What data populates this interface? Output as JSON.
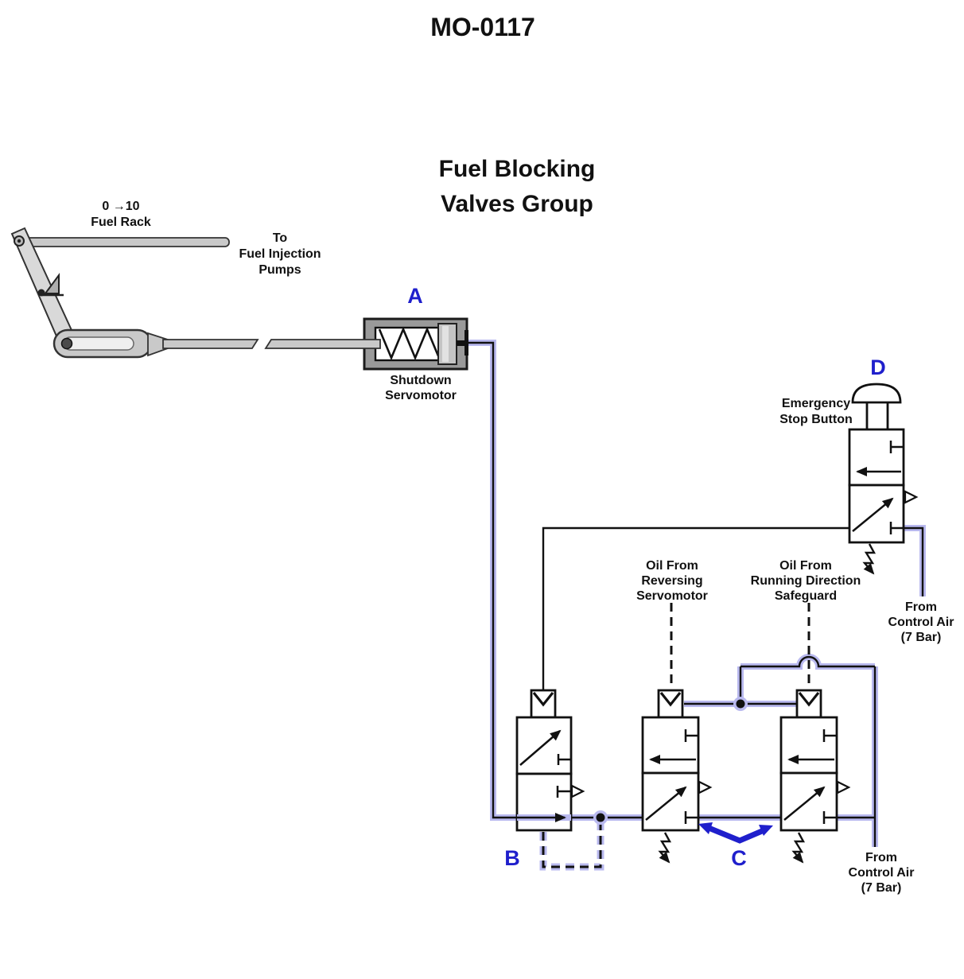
{
  "title": "MO-0117",
  "heading": [
    "Fuel Blocking",
    "Valves Group"
  ],
  "fuel_rack": {
    "range": "0 →10",
    "name": "Fuel Rack"
  },
  "to_pumps": [
    "To",
    "Fuel Injection",
    "Pumps"
  ],
  "servomotor": {
    "marker": "A",
    "label": [
      "Shutdown",
      "Servomotor"
    ]
  },
  "valve_b": {
    "marker": "B"
  },
  "valve_c": {
    "marker": "C"
  },
  "emergency": {
    "marker": "D",
    "label": [
      "Emergency",
      "Stop Button"
    ]
  },
  "oil_reversing": [
    "Oil From",
    "Reversing",
    "Servomotor"
  ],
  "oil_safeguard": [
    "Oil From",
    "Running Direction",
    "Safeguard"
  ],
  "control_air_top": [
    "From",
    "Control Air",
    "(7 Bar)"
  ],
  "control_air_bottom": [
    "From",
    "Control Air",
    "(7 Bar)"
  ],
  "colors": {
    "marker_blue": "#1f1fcc",
    "air_line_glow": "#b9b9ef",
    "ink": "#111111",
    "metal_gray": "#c9c9c9"
  }
}
